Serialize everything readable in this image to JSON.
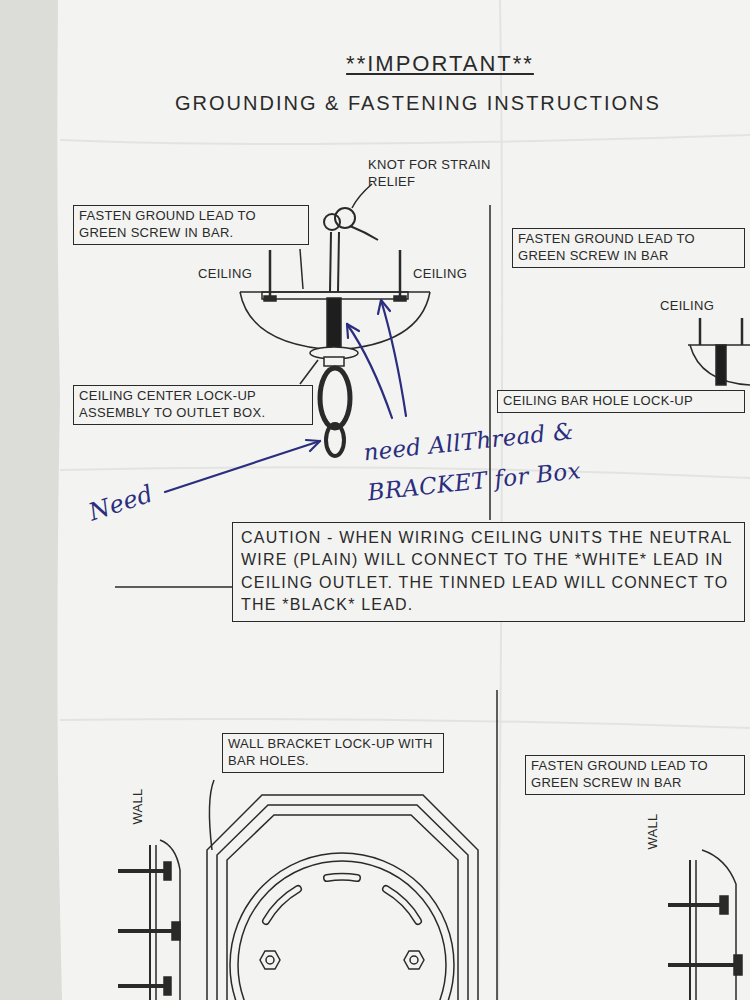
{
  "diagram": {
    "title": "**IMPORTANT**",
    "nodes": [
      {
        "text": [
          "FASTEN GROUND LEAD TO GREEN SCREW IN BAR."
        ]
      },
      {
        "text": [
          "CEILING CENTER LOCK-UP ASSEMBLY TO OUTLET BOX."
        ]
      },
      {
        "text": [
          "FASTEN GROUND LEAD TO GREEN SCREW IN BAR"
        ]
      },
      {
        "text": [
          "CEILING BAR HOLE LOCK-UP"
        ]
      },
      {
        "text": [
          "CAUTION - WHEN WIRING CEILING UNITS THE NEUTRAL WIRE (PLAIN) WILL CONNECT TO THE *WHITE* LEAD IN CEILING OUTLET. THE TINNED LEAD WILL CONNECT TO THE *BLACK* LEAD."
        ]
      },
      {
        "text": [
          "WALL BRACKET LOCK-UP WITH BAR HOLES."
        ]
      },
      {
        "text": [
          "FASTEN GROUND LEAD TO GREEN SCREW IN BAR"
        ]
      }
    ],
    "labels": [
      "GROUNDING & FASTENING INSTRUCTIONS",
      "KNOT FOR STRAIN RELIEF",
      "CEILING",
      "CEILING",
      "CEILING",
      "Need",
      "need AllThread & BRACKET for Box",
      "WALL",
      "WALL"
    ]
  }
}
